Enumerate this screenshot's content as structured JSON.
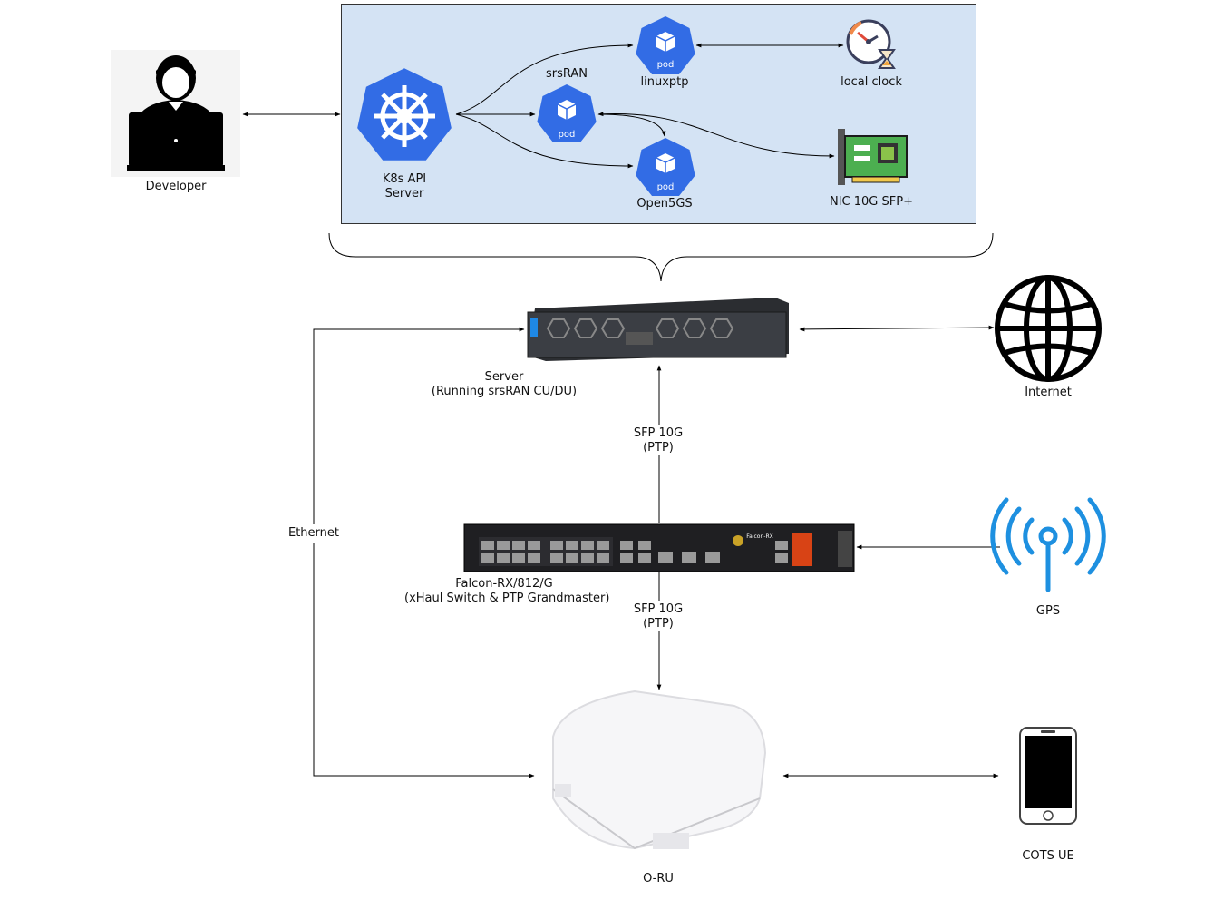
{
  "developer": {
    "label": "Developer"
  },
  "cluster": {
    "k8s_label_line1": "K8s API",
    "k8s_label_line2": "Server",
    "srsran_label": "srsRAN",
    "linuxptp_label": "linuxptp",
    "open5gs_label": "Open5GS",
    "local_clock_label": "local clock",
    "nic_label": "NIC 10G SFP+",
    "pod_text": "pod"
  },
  "server": {
    "label_line1": "Server",
    "label_line2": "(Running srsRAN CU/DU)"
  },
  "internet": {
    "label": "Internet"
  },
  "link_top": {
    "line1": "SFP 10G",
    "line2": "(PTP)"
  },
  "link_bottom": {
    "line1": "SFP 10G",
    "line2": "(PTP)"
  },
  "ethernet": {
    "label": "Ethernet"
  },
  "switch": {
    "label_line1": "Falcon-RX/812/G",
    "label_line2": "(xHaul Switch & PTP Grandmaster)",
    "brand": "Falcon-RX"
  },
  "gps": {
    "label": "GPS"
  },
  "oru": {
    "label": "O-RU"
  },
  "ue": {
    "label": "COTS UE"
  },
  "colors": {
    "cluster_bg": "#d4e3f4",
    "k8s_blue": "#326ce5",
    "gps_blue": "#1e90e0",
    "nic_green": "#2e7d32"
  }
}
